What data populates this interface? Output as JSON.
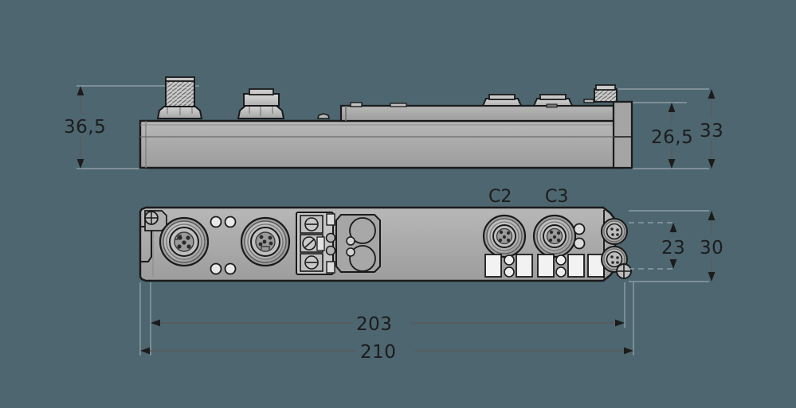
{
  "drawing": {
    "title": "Technical dimension drawing of I/O module (side view and bottom view)",
    "background_color": "#4d6670",
    "body_fill": "#a8a8a8",
    "line_color": "#1a1a1a",
    "dimension_line_color": "#5a5a5a"
  },
  "dimensions": {
    "side_view": [
      {
        "id": "height-total-left",
        "value": "36,5",
        "unit": "mm",
        "orientation": "vertical",
        "position": "left"
      },
      {
        "id": "height-body-right",
        "value": "26,5",
        "unit": "mm",
        "orientation": "vertical",
        "position": "right-inner"
      },
      {
        "id": "height-overall-right",
        "value": "33",
        "unit": "mm",
        "orientation": "vertical",
        "position": "right-outer"
      }
    ],
    "bottom_view": [
      {
        "id": "width-inner",
        "value": "23",
        "unit": "mm",
        "orientation": "vertical",
        "position": "right-inner"
      },
      {
        "id": "width-outer",
        "value": "30",
        "unit": "mm",
        "orientation": "vertical",
        "position": "right-outer"
      },
      {
        "id": "length-mounting",
        "value": "203",
        "unit": "mm",
        "orientation": "horizontal",
        "position": "bottom-inner"
      },
      {
        "id": "length-overall",
        "value": "210",
        "unit": "mm",
        "orientation": "horizontal",
        "position": "bottom-outer"
      }
    ]
  },
  "labels": {
    "connector_c2": "C2",
    "connector_c3": "C3"
  },
  "components": {
    "side_view": {
      "name": "side-profile-view",
      "parts": [
        "threaded-antenna-connector",
        "cable-gland",
        "raised-housing-block",
        "connector-cap-1",
        "connector-cap-2",
        "small-threaded-connector",
        "main-housing-body"
      ]
    },
    "bottom_view": {
      "name": "bottom-face-view",
      "parts": [
        "mounting-hole-left",
        "m12-connector-1",
        "m12-connector-2",
        "led-pair-top",
        "led-pair-bottom",
        "screw-terminal-block",
        "blank-circles-panel",
        "m12-connector-c2",
        "m12-connector-c3",
        "label-field-1",
        "label-field-2",
        "label-field-3",
        "label-field-4",
        "label-field-5",
        "m8-connector-top",
        "m8-connector-bottom",
        "mounting-hole-right"
      ]
    }
  }
}
